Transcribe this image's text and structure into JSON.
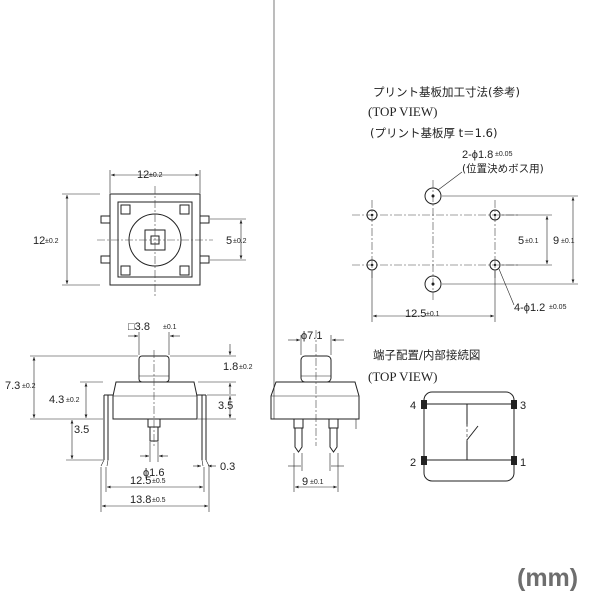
{
  "top_view": {
    "width": "12",
    "width_tol": "±0.2",
    "height": "12",
    "height_tol": "±0.2",
    "pin_spacing": "5",
    "pin_spacing_tol": "±0.2"
  },
  "side_view": {
    "plunger": "□3.8",
    "plunger_tol": "±0.1",
    "plunger_height": "1.8",
    "plunger_height_tol": "±0.2",
    "total_height": "7.3",
    "total_height_tol": "±0.2",
    "body_height": "4.3",
    "body_height_tol": "±0.2",
    "right_height": "3.5",
    "leg_length": "3.5",
    "pin_dia": "ϕ1.6",
    "pin_thickness": "0.3",
    "pin_pitch": "12.5",
    "pin_pitch_tol": "±0.5",
    "outer_width": "13.8",
    "outer_width_tol": "±0.5"
  },
  "front_view": {
    "plunger_dia": "ϕ7.1",
    "pin_pitch": "9",
    "pin_pitch_tol": "±0.1"
  },
  "pcb_layout": {
    "title": "プリント基板加工寸法(参考)",
    "subtitle": "(TOP VIEW)",
    "thickness_note": "(プリント基板厚 t＝1.6)",
    "boss_hole": "2-ϕ1.8",
    "boss_hole_tol": "±0.05",
    "boss_note": "(位置決めボス用)",
    "vertical_inner": "5",
    "vertical_inner_tol": "±0.1",
    "vertical_outer": "9",
    "vertical_outer_tol": "±0.1",
    "horizontal": "12.5",
    "horizontal_tol": "±0.1",
    "pin_hole": "4-ϕ1.2",
    "pin_hole_tol": "±0.05"
  },
  "circuit": {
    "title": "端子配置/内部接続図",
    "subtitle": "(TOP VIEW)",
    "pins": [
      "4",
      "3",
      "2",
      "1"
    ]
  },
  "unit_label": "(mm)"
}
